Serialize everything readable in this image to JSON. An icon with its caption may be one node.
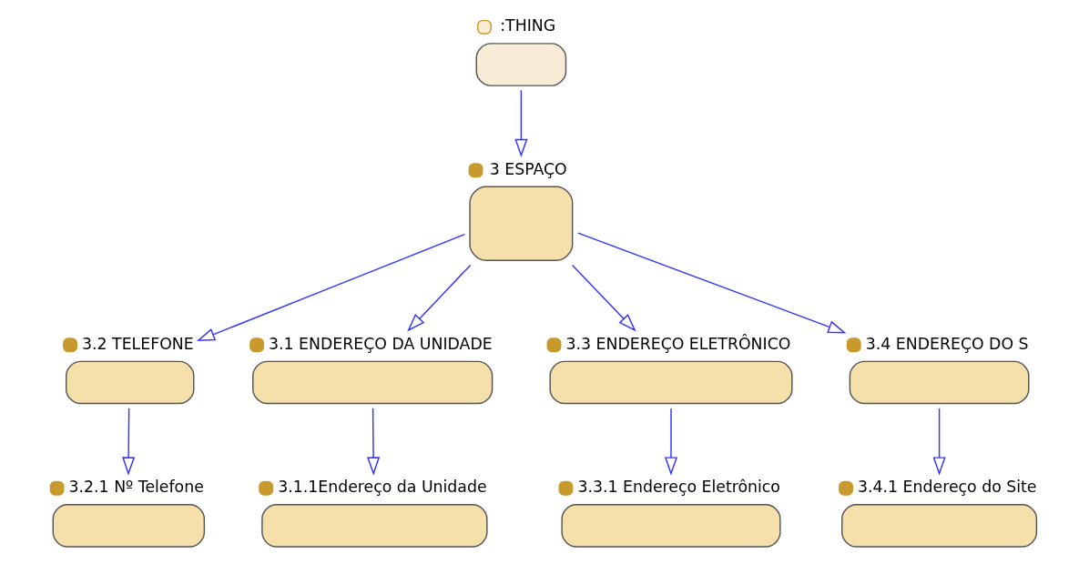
{
  "diagram": {
    "nodes": [
      {
        "text": [
          ":THING"
        ]
      },
      {
        "text": [
          "3 ESPAÇO"
        ]
      },
      {
        "text": [
          "3.2 TELEFONE"
        ]
      },
      {
        "text": [
          "3.1 ENDEREÇO DA UNIDADE"
        ]
      },
      {
        "text": [
          "3.3 ENDEREÇO ELETRÔNICO"
        ]
      },
      {
        "text": [
          "3.4 ENDEREÇO DO S"
        ]
      },
      {
        "text": [
          "3.2.1 Nº Telefone"
        ]
      },
      {
        "text": [
          "3.1.1Endereço da Unidade"
        ]
      },
      {
        "text": [
          "3.3.1 Endereço Eletrônico"
        ]
      },
      {
        "text": [
          "3.4.1 Endereço do Site"
        ]
      }
    ],
    "edges": [
      {
        "from": 0,
        "to": 1,
        "arrow": "to"
      },
      {
        "from": 1,
        "to": 2,
        "arrow": "to"
      },
      {
        "from": 1,
        "to": 3,
        "arrow": "to"
      },
      {
        "from": 1,
        "to": 4,
        "arrow": "to"
      },
      {
        "from": 1,
        "to": 5,
        "arrow": "to"
      },
      {
        "from": 2,
        "to": 6,
        "arrow": "to"
      },
      {
        "from": 3,
        "to": 7,
        "arrow": "to"
      },
      {
        "from": 4,
        "to": 8,
        "arrow": "to"
      },
      {
        "from": 5,
        "to": 9,
        "arrow": "to"
      }
    ]
  }
}
